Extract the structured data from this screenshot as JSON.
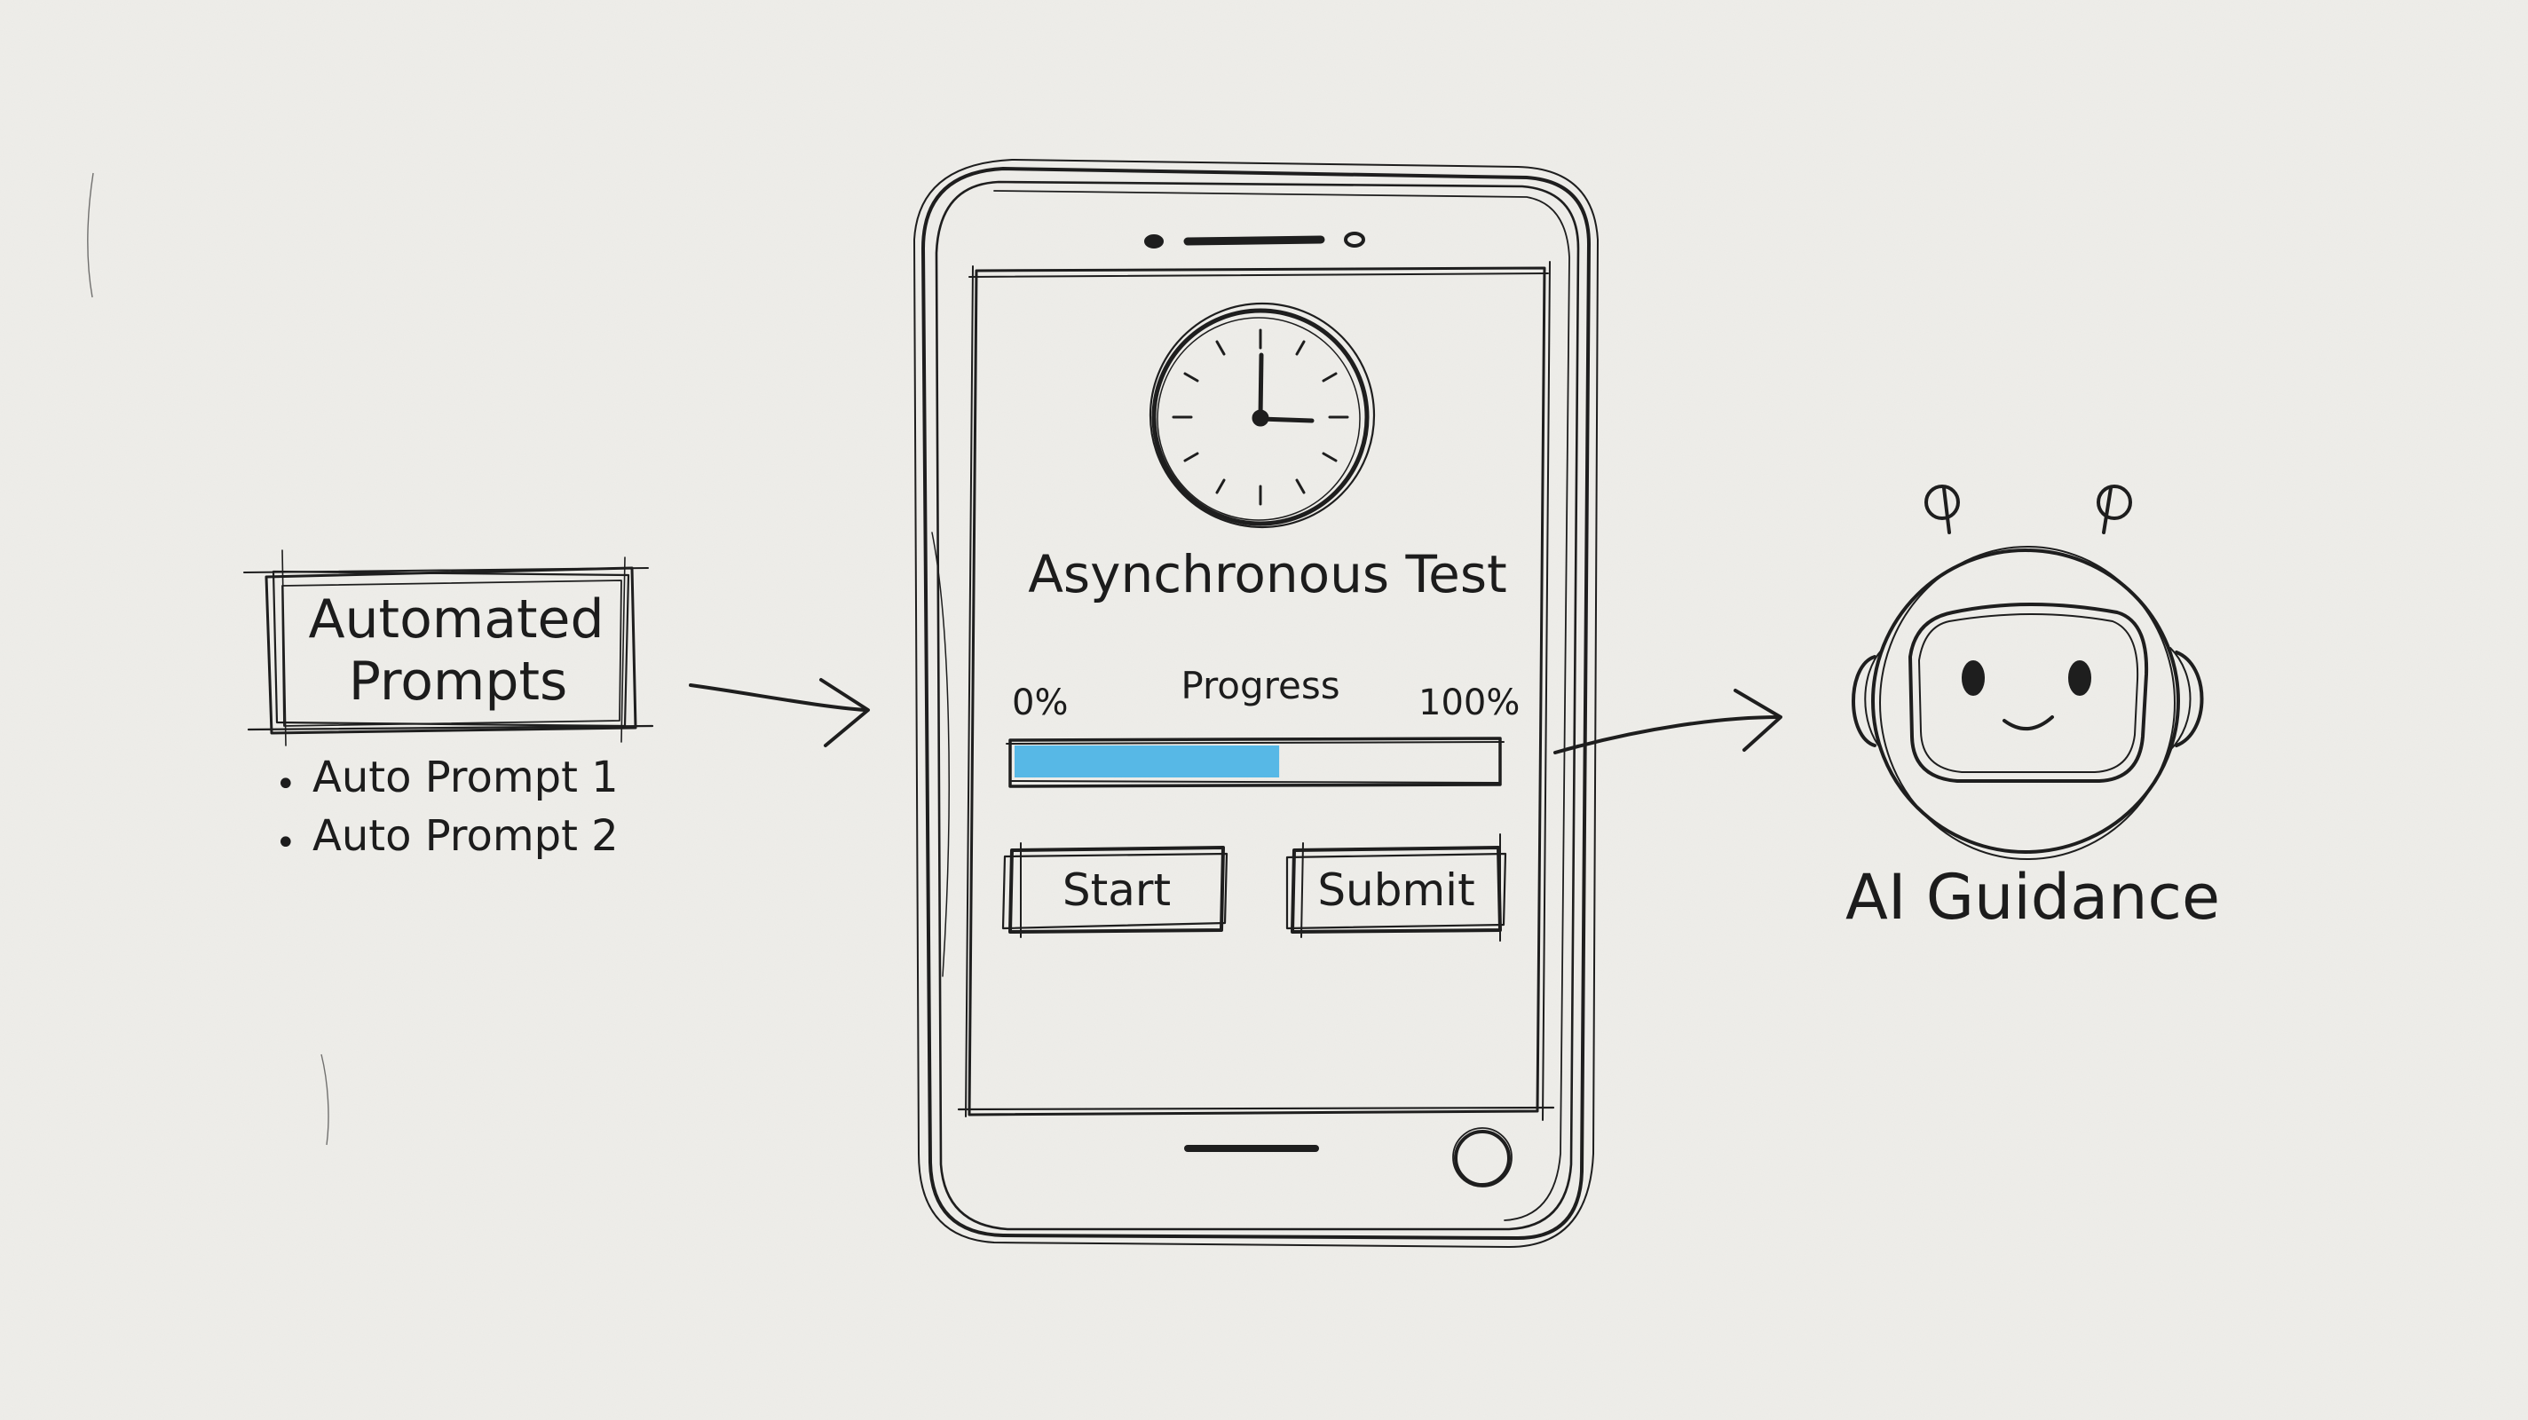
{
  "prompts_box": {
    "title_line1": "Automated",
    "title_line2": "Prompts",
    "items": [
      {
        "bullet": "•",
        "label": "Auto Prompt 1"
      },
      {
        "bullet": "•",
        "label": "Auto Prompt 2"
      }
    ]
  },
  "phone": {
    "clock_icon": "clock-icon",
    "title": "Asynchronous Test",
    "progress": {
      "label": "Progress",
      "min_label": "0%",
      "max_label": "100%",
      "value_fraction": 0.55,
      "fill_color": "#57b8e6"
    },
    "buttons": {
      "start_label": "Start",
      "submit_label": "Submit"
    }
  },
  "ai": {
    "icon": "robot-icon",
    "label": "AI Guidance"
  },
  "colors": {
    "ink": "#1e1e1e",
    "paper": "#efeeea",
    "accent": "#57b8e6"
  }
}
